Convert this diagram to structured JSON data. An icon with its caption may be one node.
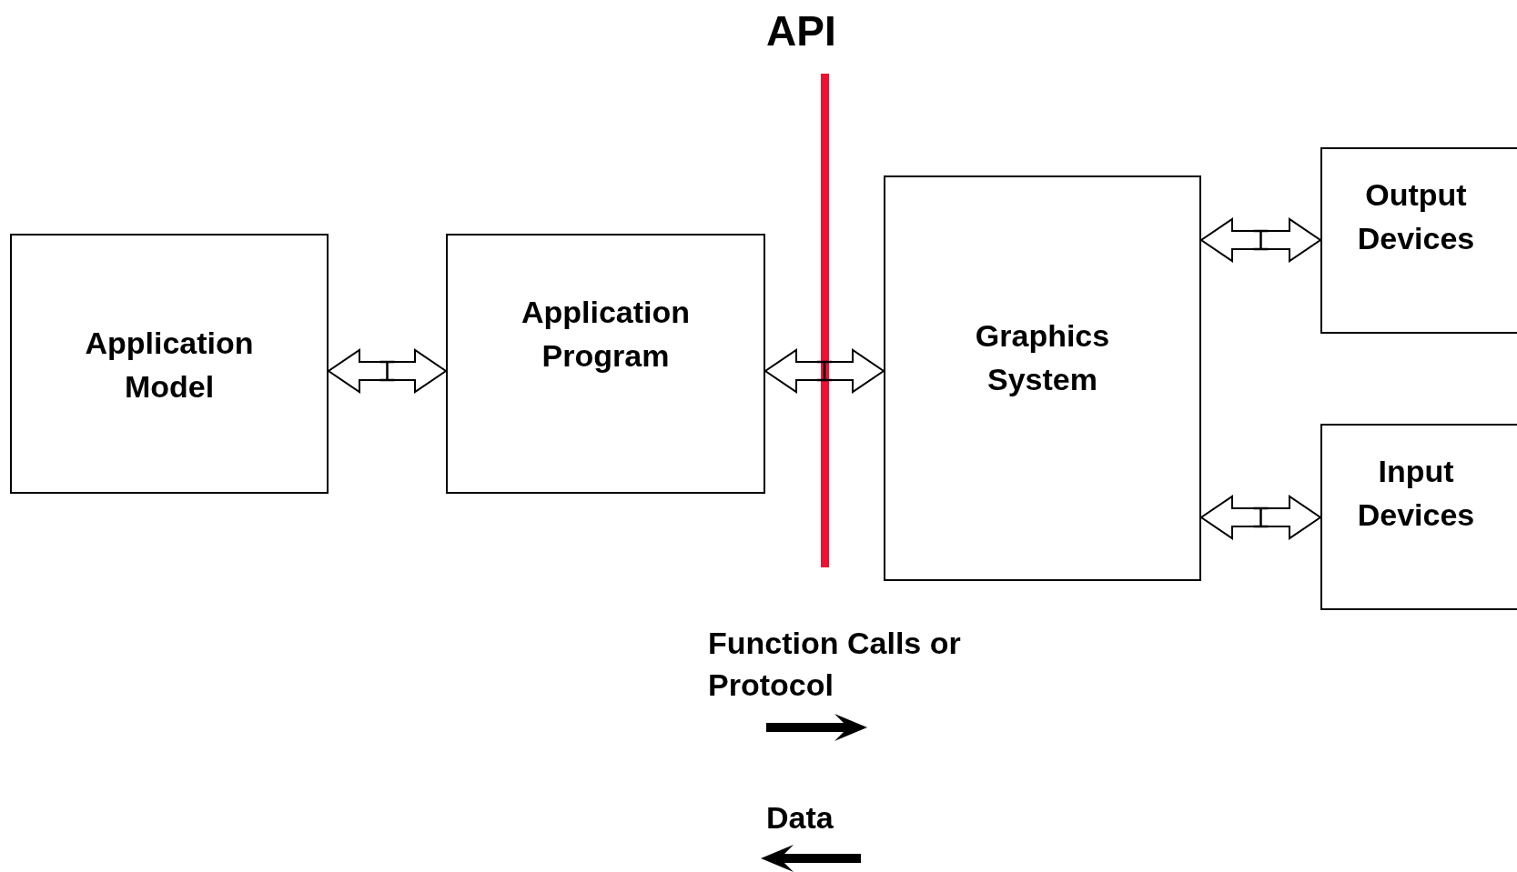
{
  "diagram": {
    "nodes": [
      {
        "text": [
          "Application Model"
        ]
      },
      {
        "text": [
          "Application Program"
        ]
      },
      {
        "text": [
          "Graphics System"
        ]
      },
      {
        "text": [
          "Output Devices"
        ]
      },
      {
        "text": [
          "Input Devices"
        ]
      }
    ],
    "edges": [
      {
        "from": 0,
        "to": 1,
        "arrow": "both"
      },
      {
        "from": 1,
        "to": 2,
        "arrow": "both"
      },
      {
        "from": 2,
        "to": 3,
        "arrow": "both"
      },
      {
        "from": 2,
        "to": 4,
        "arrow": "both"
      }
    ],
    "labels": [
      "API"
    ],
    "legend": [
      {
        "text": "Function Calls or Protocol"
      },
      {
        "text": "Data"
      }
    ]
  }
}
